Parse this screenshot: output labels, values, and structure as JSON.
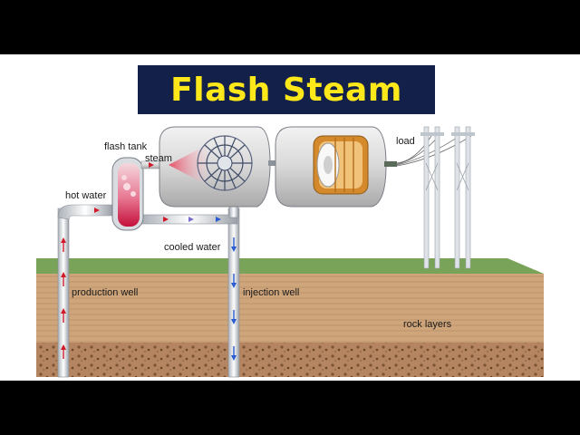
{
  "title": "Flash Steam",
  "labels": {
    "flash_tank": "flash tank",
    "steam": "steam",
    "hot_water": "hot water",
    "cooled_water": "cooled water",
    "production_well": "production well",
    "injection_well": "injection well",
    "rock_layers": "rock layers",
    "load": "load"
  },
  "colors": {
    "title_bg": "#13204a",
    "title_text": "#ffe81a",
    "hot_flow": "#d01a2a",
    "cool_flow": "#2a5bd0",
    "grass": "#7aa35a",
    "soil": "#c79a6e",
    "rock": "#a87a56"
  }
}
